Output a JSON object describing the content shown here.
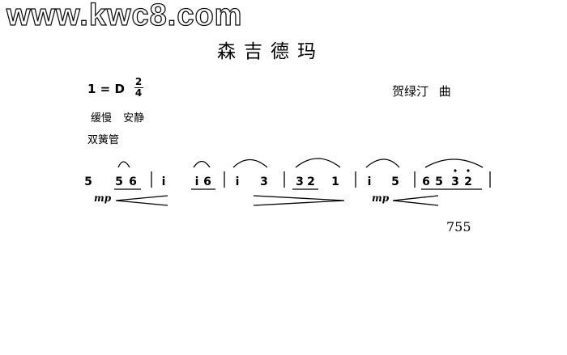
{
  "watermark": "www.kwc8.com",
  "title": "森吉德玛",
  "composer": "贺绿汀 曲",
  "key_signature": "1 = D",
  "time_signature": {
    "top": "2",
    "bottom": "4"
  },
  "tempo": "缓慢 安静",
  "instrument": "双簧管",
  "dynamics": [
    "mp",
    "mp"
  ],
  "notes": [
    "5",
    "5",
    "6",
    "i",
    "i",
    "6",
    "i",
    "3",
    "3",
    "2",
    "1",
    "i",
    "5",
    "6",
    "5",
    "3",
    "2"
  ],
  "page_number": "755"
}
